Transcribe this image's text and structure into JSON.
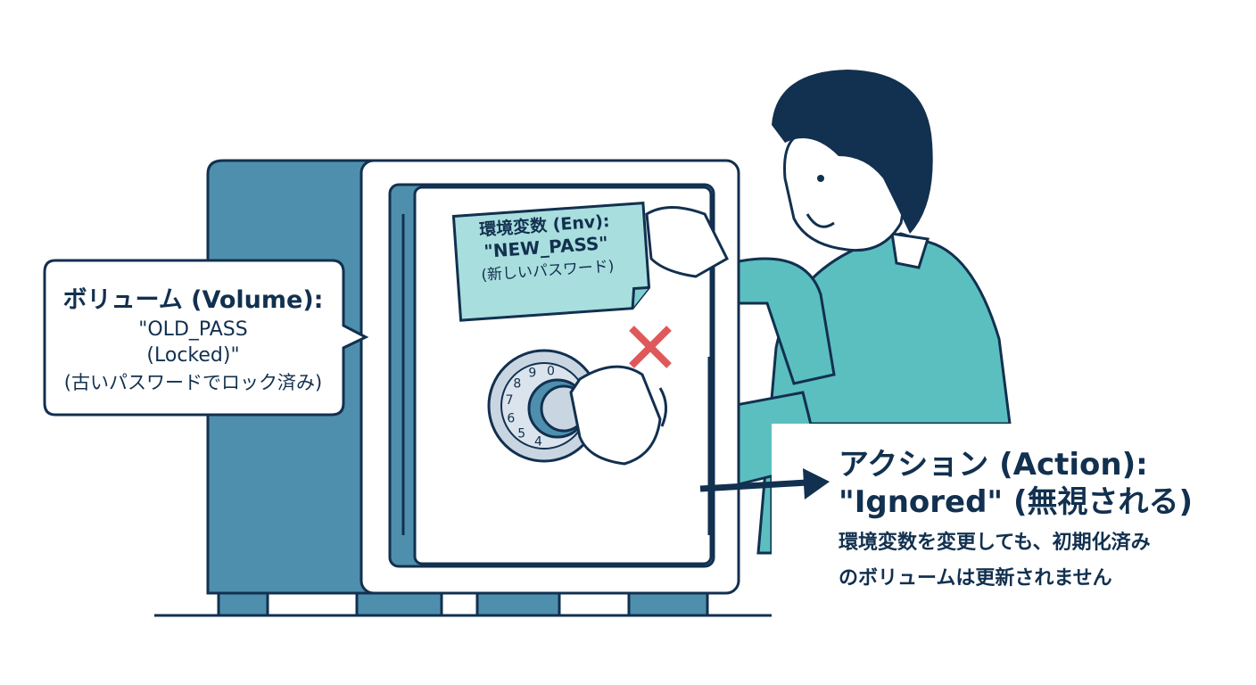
{
  "colors": {
    "navy": "#12304f",
    "safe_side": "#4f8fae",
    "shirt": "#5bbfc0",
    "note": "#a9dede",
    "cross": "#e0595a"
  },
  "volume_callout": {
    "title": "ボリューム (Volume):",
    "value_line1": "\"OLD_PASS",
    "value_line2": "(Locked)\"",
    "note": "(古いパスワードでロック済み)"
  },
  "env_note": {
    "title": "環境変数 (Env):",
    "value": "\"NEW_PASS\"",
    "note": "(新しいパスワード)"
  },
  "dial": {
    "numbers": [
      "0",
      "9",
      "8",
      "7",
      "6",
      "5",
      "4"
    ]
  },
  "action": {
    "title": "アクション (Action):",
    "result": "\"Ignored\" (無視される)",
    "description_line1": "環境変数を変更しても、初期化済み",
    "description_line2": "のボリュームは更新されません"
  },
  "icons": [
    "cross-icon",
    "arrow-right-icon",
    "combination-dial-icon"
  ]
}
